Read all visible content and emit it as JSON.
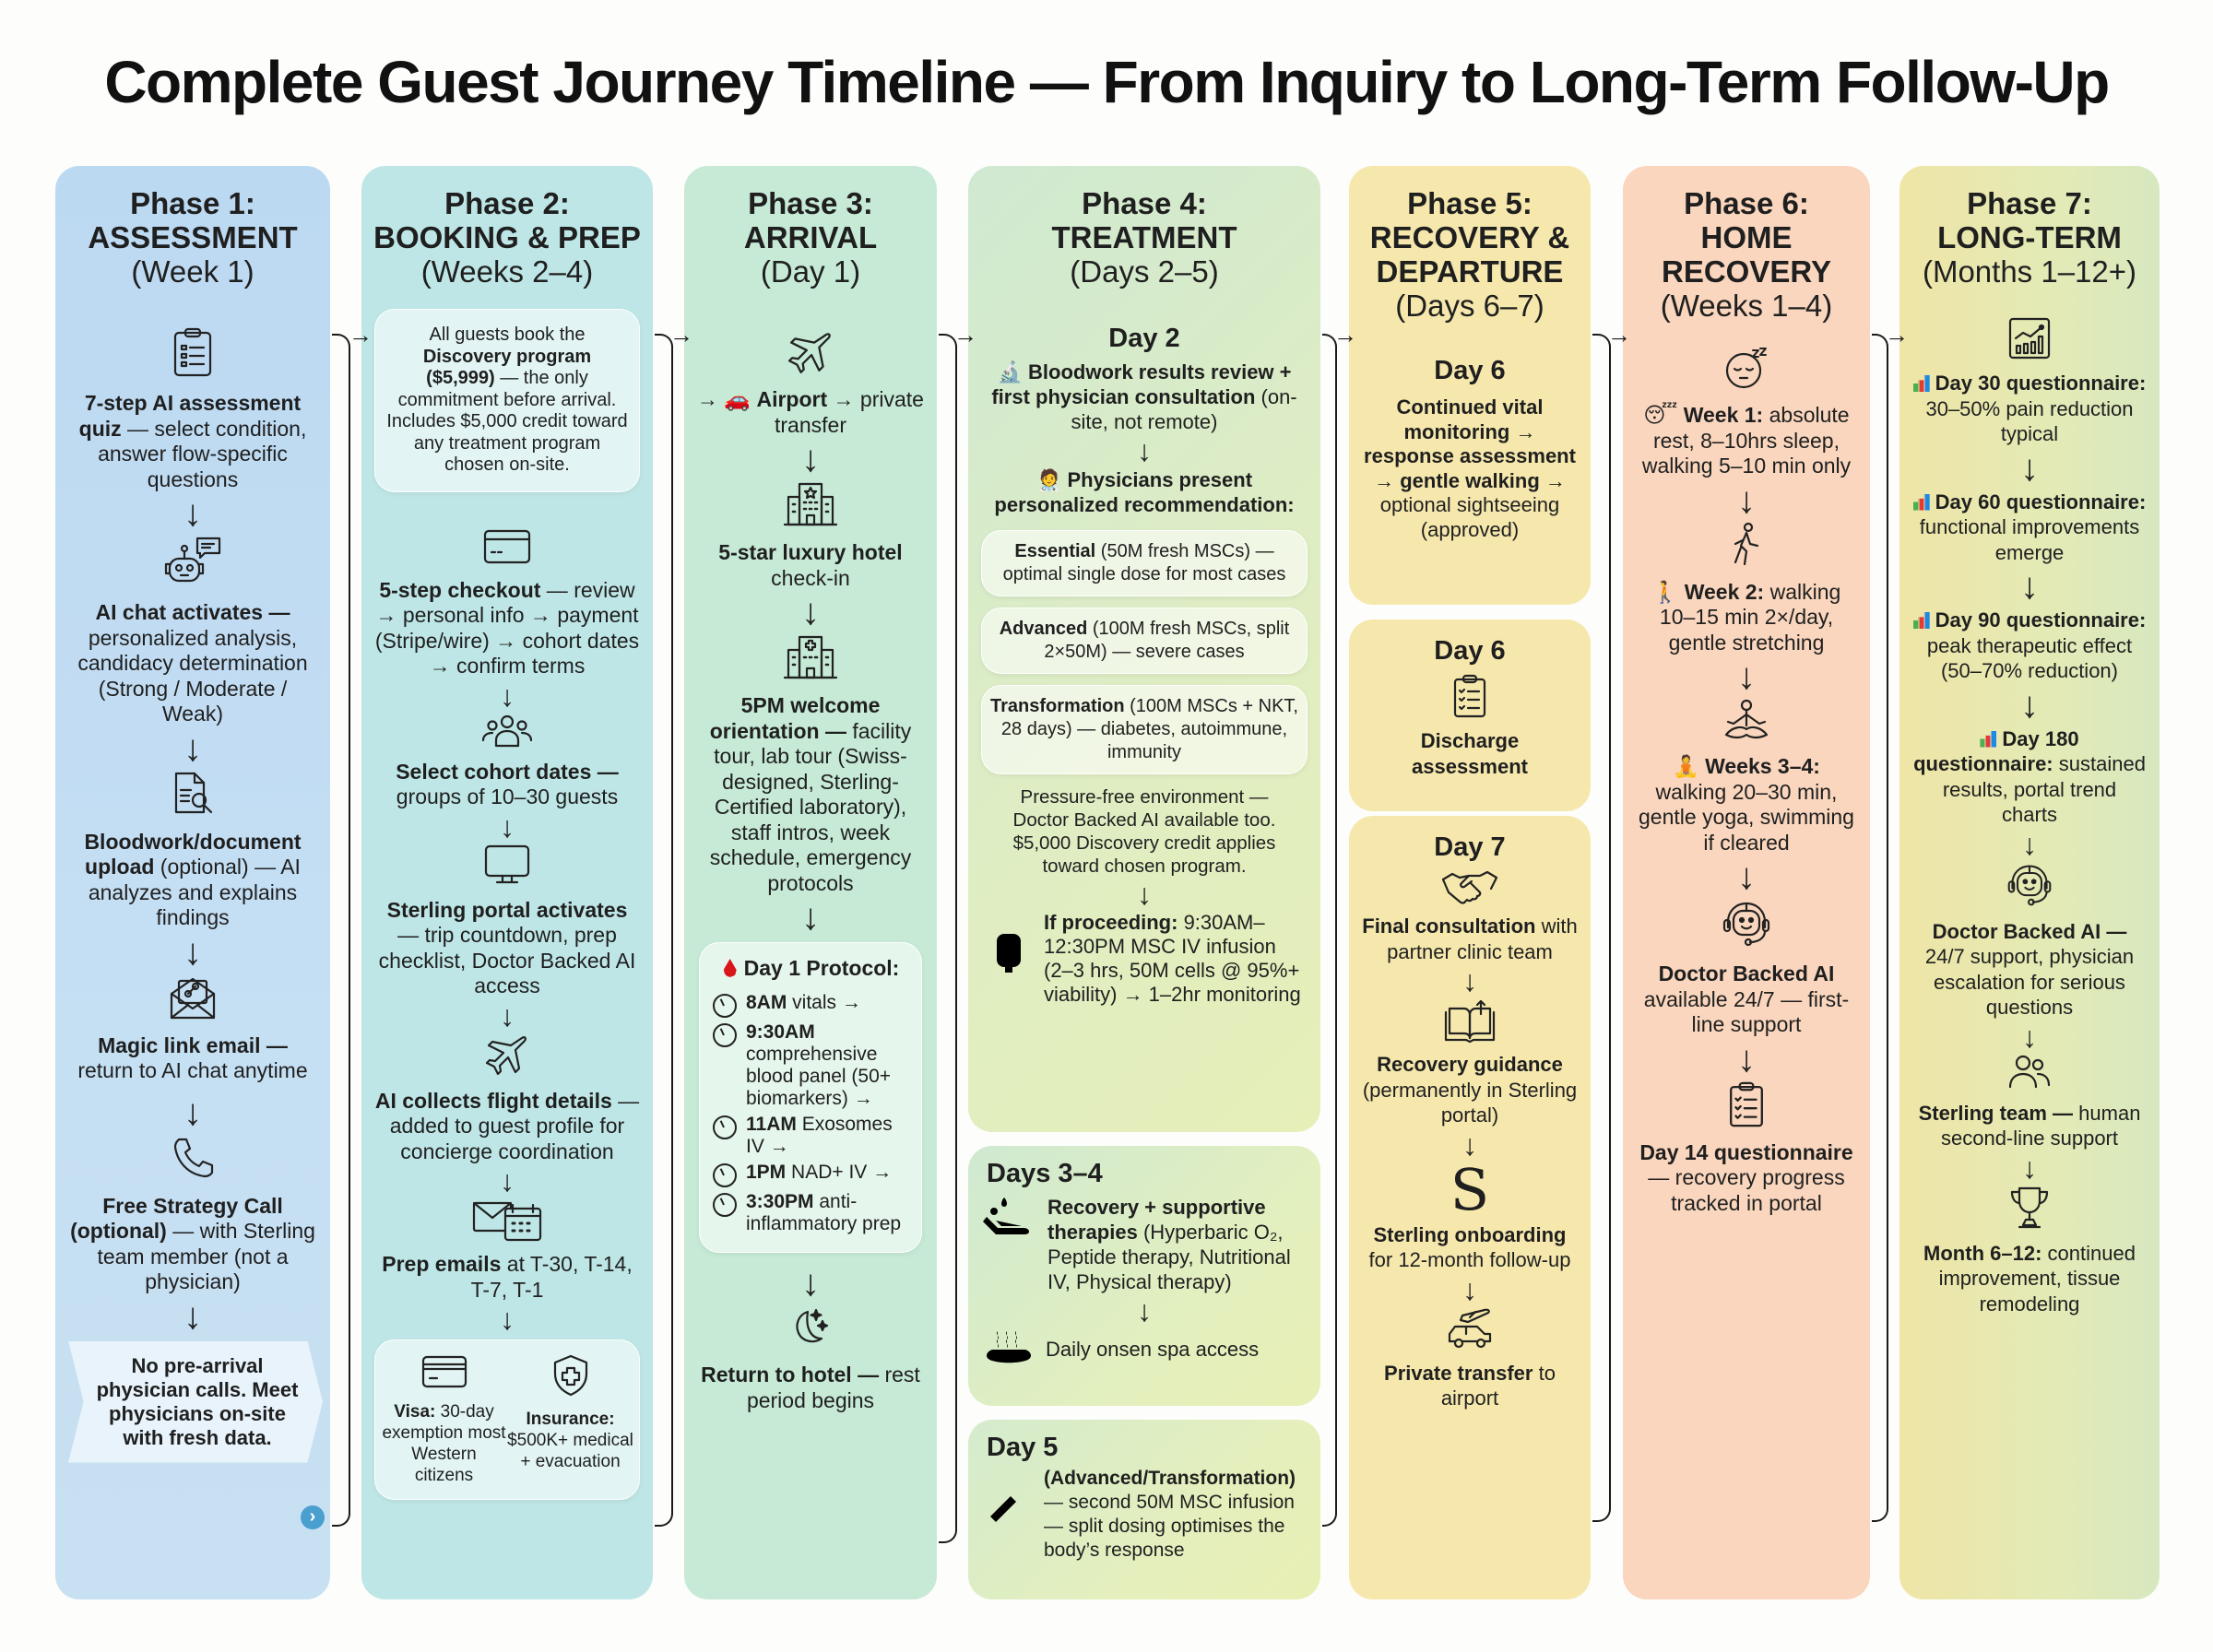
{
  "title": "Complete Guest Journey Timeline — From Inquiry to Long-Term Follow-Up",
  "phases": [
    {
      "num": "Phase 1:",
      "name": "ASSESSMENT",
      "duration": "(Week 1)",
      "steps": [
        {
          "icon": "clipboard-list-icon",
          "bold": "7-step AI assessment quiz",
          "text": " — select condition, answer flow-specific questions"
        },
        {
          "icon": "robot-chat-icon",
          "bold": "AI chat activates —",
          "text": " personalized analysis, candidacy determination (Strong / Moderate / Weak)"
        },
        {
          "icon": "document-search-icon",
          "bold": "Bloodwork/document upload",
          "text": " (optional) — AI analyzes and explains findings"
        },
        {
          "icon": "link-envelope-icon",
          "bold": "Magic link email —",
          "text": " return to AI chat anytime"
        },
        {
          "icon": "phone-icon",
          "bold": "Free Strategy Call (optional)",
          "text": " — with Sterling team member (not a physician)"
        }
      ],
      "callout": "No pre-arrival physician calls. Meet physicians on-site with fresh data."
    },
    {
      "num": "Phase 2:",
      "name": "BOOKING & PREP",
      "duration": "(Weeks 2–4)",
      "intro": {
        "pre": "All guests book the ",
        "bold": "Discovery program ($5,999)",
        "post": " — the only commitment before arrival. Includes $5,000 credit toward any treatment program chosen on-site."
      },
      "steps": [
        {
          "icon": "credit-card-icon",
          "bold": "5-step checkout",
          "text": " — review → personal info → payment (Stripe/wire) → cohort dates → confirm terms"
        },
        {
          "icon": "group-icon",
          "bold": "Select cohort dates —",
          "text": " groups of 10–30 guests"
        },
        {
          "icon": "monitor-icon",
          "bold": "Sterling portal activates",
          "text": " — trip countdown, prep checklist, Doctor Backed AI access"
        },
        {
          "icon": "airplane-icon",
          "bold": "AI collects flight details",
          "text": " — added to guest profile for concierge coordination"
        },
        {
          "icon": "email-calendar-icon",
          "bold": "Prep emails",
          "text": " at T-30, T-14, T-7, T-1"
        }
      ],
      "info": [
        {
          "icon": "visa-card-icon",
          "bold": "Visa:",
          "text": " 30-day exemption most Western citizens"
        },
        {
          "icon": "shield-plus-icon",
          "bold": "Insurance:",
          "text": " $500K+ medical + evacuation"
        }
      ]
    },
    {
      "num": "Phase 3:",
      "name": "ARRIVAL",
      "duration": "(Day 1)",
      "steps": [
        {
          "icon": "airplane-icon",
          "pre": "→ 🚗 ",
          "bold": "Airport",
          "text": " → private transfer"
        },
        {
          "icon": "hotel-icon",
          "bold": "5-star luxury hotel",
          "text": " check-in"
        },
        {
          "icon": "hospital-icon",
          "bold": "5PM welcome orientation —",
          "text": " facility tour, lab tour (Swiss-designed, Sterling-Certified laboratory), staff intros, week schedule, emergency protocols"
        }
      ],
      "protocol": {
        "title": "Day 1 Protocol:",
        "items": [
          {
            "time": "8AM",
            "text": " vitals →"
          },
          {
            "time": "9:30AM",
            "text": " comprehensive blood panel (50+ biomarkers) →"
          },
          {
            "time": "11AM",
            "text": " Exosomes IV →"
          },
          {
            "time": "1PM",
            "text": " NAD+ IV →"
          },
          {
            "time": "3:30PM",
            "text": " anti-inflammatory prep"
          }
        ]
      },
      "final": {
        "icon": "moon-stars-icon",
        "bold": "Return to hotel —",
        "text": " rest period begins"
      }
    },
    {
      "num": "Phase 4:",
      "name": "TREATMENT",
      "duration": "(Days 2–5)",
      "day2": {
        "label": "Day 2",
        "review": {
          "bold": "Bloodwork results review + first physician consultation",
          "text": " (on-site, not remote)"
        },
        "present": "Physicians present personalized recommendation:",
        "options": [
          {
            "bold": "Essential",
            "text": " (50M fresh MSCs) — optimal single dose for most cases"
          },
          {
            "bold": "Advanced",
            "text": " (100M fresh MSCs, split 2×50M) — severe cases"
          },
          {
            "bold": "Transformation",
            "text": " (100M MSCs + NKT, 28 days) — diabetes, autoimmune, immunity"
          }
        ],
        "note": "Pressure-free environment — Doctor Backed AI available too. $5,000 Discovery credit applies toward chosen program.",
        "proceed": {
          "bold": "If proceeding:",
          "text": " 9:30AM–12:30PM MSC IV infusion (2–3 hrs, 50M cells @ 95%+ viability) → 1–2hr monitoring"
        }
      },
      "days34": {
        "label": "Days 3–4",
        "recovery": {
          "bold": "Recovery + supportive therapies",
          "text": " (Hyperbaric O₂, Peptide therapy, Nutritional IV, Physical therapy)"
        },
        "spa": "Daily onsen spa access"
      },
      "day5": {
        "label": "Day 5",
        "bold": "(Advanced/Transformation)",
        "text": " — second 50M MSC infusion — split dosing optimises the body’s response"
      }
    },
    {
      "num": "Phase 5:",
      "name": "RECOVERY & DEPARTURE",
      "duration": "(Days 6–7)",
      "day6a": {
        "label": "Day 6",
        "bold": "Continued vital monitoring → response assessment → gentle walking →",
        "text": " optional sightseeing (approved)"
      },
      "day6b": {
        "label": "Day 6",
        "bold": "Discharge assessment"
      },
      "day7": {
        "label": "Day 7",
        "steps": [
          {
            "icon": "handshake-icon",
            "bold": "Final consultation",
            "text": " with partner clinic team"
          },
          {
            "icon": "open-book-icon",
            "bold": "Recovery guidance",
            "text": " (permanently in Sterling portal)"
          },
          {
            "icon": "sterling-logo-icon",
            "bold": "Sterling onboarding",
            "text": " for 12-month follow-up"
          },
          {
            "icon": "plane-car-icon",
            "bold": "Private transfer",
            "text": " to airport"
          }
        ]
      }
    },
    {
      "num": "Phase 6:",
      "name": "HOME RECOVERY",
      "duration": "(Weeks 1–4)",
      "steps": [
        {
          "icon": "sleeping-face-icon",
          "pre": "😴 ",
          "bold": "Week 1:",
          "text": " absolute rest, 8–10hrs sleep, walking 5–10 min only"
        },
        {
          "icon": "walking-person-icon",
          "pre": "🚶 ",
          "bold": "Week 2:",
          "text": " walking 10–15 min 2×/day, gentle stretching"
        },
        {
          "icon": "meditation-icon",
          "pre": "🧘 ",
          "bold": "Weeks 3–4:",
          "text": " walking 20–30 min, gentle yoga, swimming if cleared"
        },
        {
          "icon": "ai-headset-icon",
          "bold": "Doctor Backed AI",
          "text": " available 24/7 — first-line support"
        },
        {
          "icon": "checklist-clipboard-icon",
          "bold": "Day 14 questionnaire",
          "text": " — recovery progress tracked in portal"
        }
      ]
    },
    {
      "num": "Phase 7:",
      "name": "LONG-TERM",
      "duration": "(Months 1–12+)",
      "steps": [
        {
          "icon": "analytics-chart-icon",
          "bar": true,
          "bold": "Day 30 questionnaire:",
          "text": " 30–50% pain reduction typical"
        },
        {
          "bar": true,
          "bold": "Day 60 questionnaire:",
          "text": " functional improvements emerge"
        },
        {
          "bar": true,
          "bold": "Day 90 questionnaire:",
          "text": " peak therapeutic effect (50–70% reduction)"
        },
        {
          "bar": true,
          "bold": "Day 180 questionnaire:",
          "text": " sustained results, portal trend charts"
        },
        {
          "icon": "ai-headset-icon",
          "bold": "Doctor Backed AI —",
          "text": " 24/7 support, physician escalation for serious questions"
        },
        {
          "icon": "people-icon",
          "bold": "Sterling team —",
          "text": " human second-line support"
        },
        {
          "icon": "trophy-icon",
          "bold": "Month 6–12:",
          "text": " continued improvement, tissue remodeling"
        }
      ]
    }
  ],
  "colors": {
    "phase1": "#bcd9f2",
    "phase2": "#bfe6e6",
    "phase3": "#c6ead6",
    "phase4": "#dfedc3",
    "phase5": "#f6e8ad",
    "phase6": "#f9d6bd",
    "phase7": "#e3eab6",
    "callout_chevron": "#4a9fcf"
  },
  "arrow_glyph": "↓"
}
